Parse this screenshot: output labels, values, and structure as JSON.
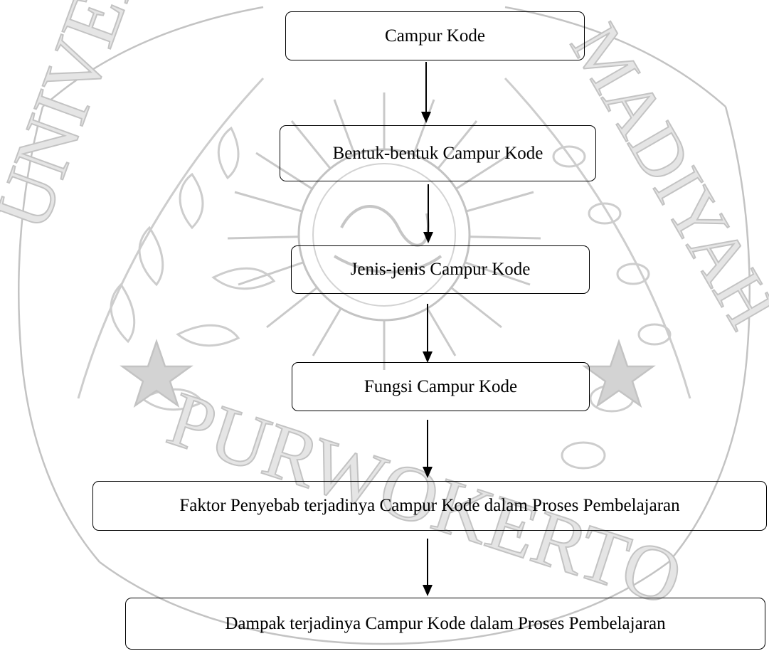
{
  "watermark": {
    "seal_text_top": "UNIVERSITAS MUHAMMADIYAH",
    "seal_text_bottom": "PURWOKERTO",
    "color": "#b9b9b9"
  },
  "flowchart": {
    "nodes": [
      {
        "id": "n1",
        "label": "Campur Kode"
      },
      {
        "id": "n2",
        "label": "Bentuk-bentuk Campur Kode"
      },
      {
        "id": "n3",
        "label": "Jenis-jenis Campur Kode"
      },
      {
        "id": "n4",
        "label": "Fungsi Campur Kode"
      },
      {
        "id": "n5",
        "label": "Faktor Penyebab terjadinya Campur Kode dalam Proses Pembelajaran"
      },
      {
        "id": "n6",
        "label": "Dampak terjadinya Campur Kode dalam Proses Pembelajaran"
      }
    ],
    "edges": [
      {
        "from": "n1",
        "to": "n2"
      },
      {
        "from": "n2",
        "to": "n3"
      },
      {
        "from": "n3",
        "to": "n4"
      },
      {
        "from": "n4",
        "to": "n5"
      },
      {
        "from": "n5",
        "to": "n6"
      }
    ],
    "colors": {
      "stroke": "#000000",
      "text": "#000000"
    }
  }
}
